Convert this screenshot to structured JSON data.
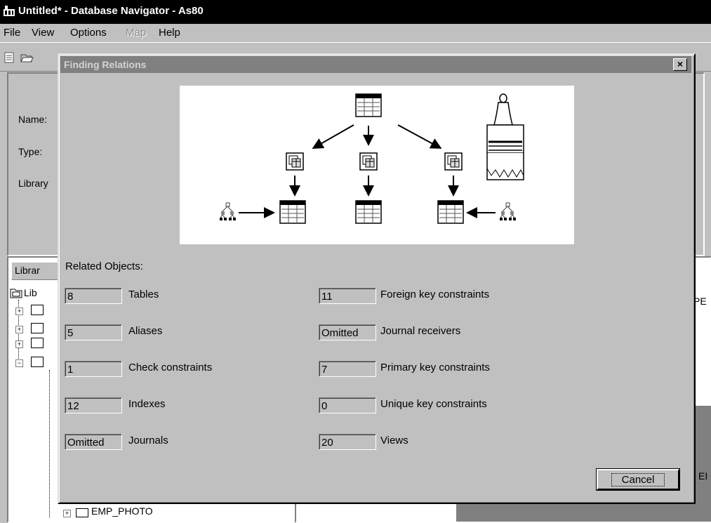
{
  "window": {
    "title": "Untitled* - Database Navigator - As80"
  },
  "menu": [
    {
      "label": "File",
      "disabled": false
    },
    {
      "label": "View",
      "disabled": false
    },
    {
      "label": "Options",
      "disabled": false
    },
    {
      "label": "Map",
      "disabled": true
    },
    {
      "label": "Help",
      "disabled": false
    }
  ],
  "background": {
    "name_label": "Name:",
    "type_label": "Type:",
    "library_label": "Library",
    "libraries_tab": "Librar",
    "tree_root": "Lib",
    "tree_item": "EMP_PHOTO",
    "right_frag_1": "PE",
    "right_frag_2": "EI"
  },
  "dialog": {
    "title": "Finding Relations",
    "close_label": "×",
    "related_label": "Related Objects:",
    "left_counts": [
      {
        "value": "8",
        "label": "Tables"
      },
      {
        "value": "5",
        "label": "Aliases"
      },
      {
        "value": "1",
        "label": "Check constraints"
      },
      {
        "value": "12",
        "label": "Indexes"
      },
      {
        "value": "Omitted",
        "label": "Journals"
      }
    ],
    "right_counts": [
      {
        "value": "11",
        "label": "Foreign key constraints"
      },
      {
        "value": "Omitted",
        "label": "Journal receivers"
      },
      {
        "value": "7",
        "label": "Primary key constraints"
      },
      {
        "value": "0",
        "label": "Unique key constraints"
      },
      {
        "value": "20",
        "label": "Views"
      }
    ],
    "cancel_label": "Cancel"
  }
}
